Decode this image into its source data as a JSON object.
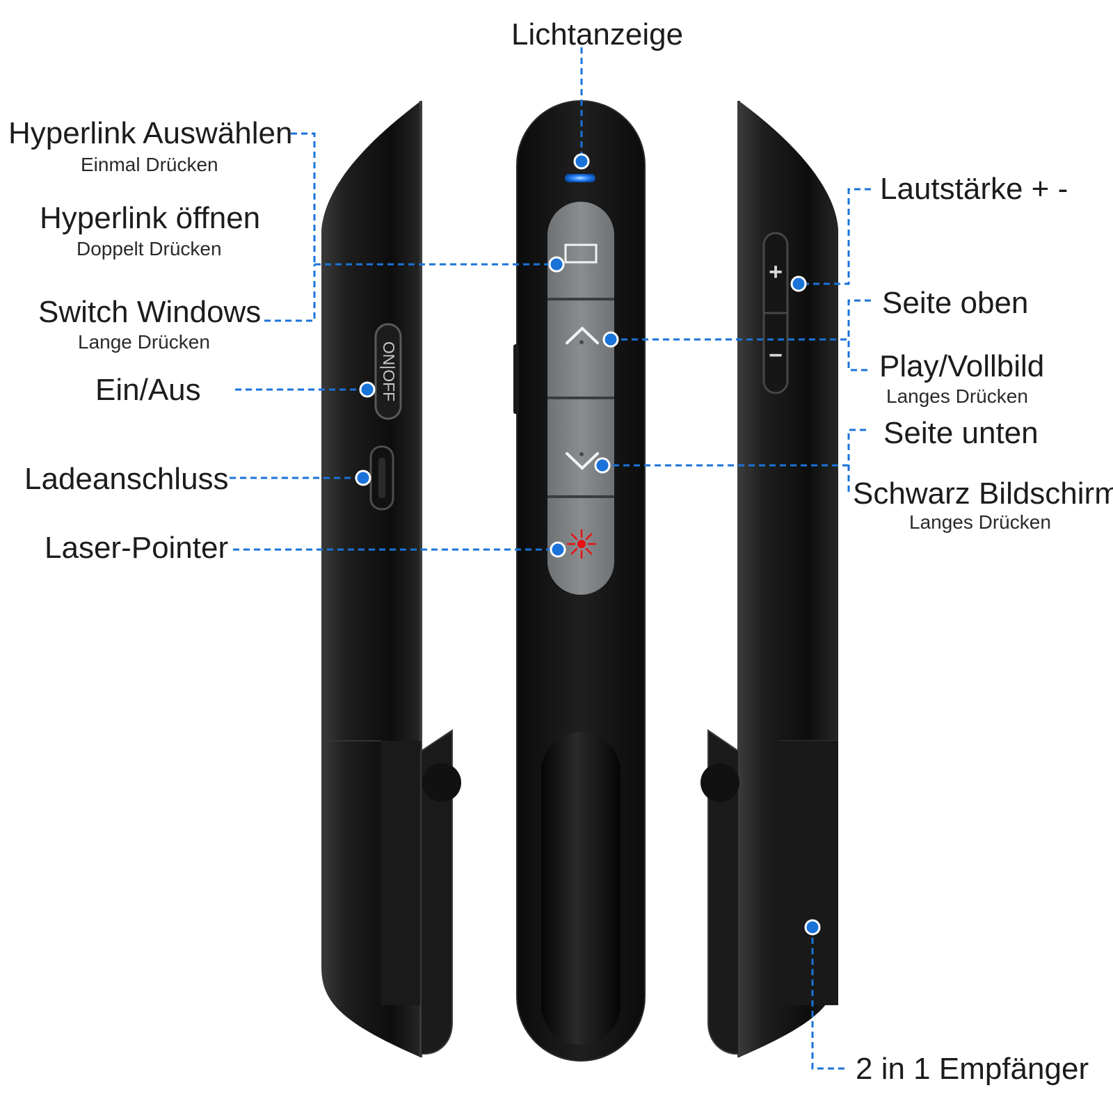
{
  "labels": {
    "indicator": "Lichtanzeige",
    "hyperlink_select": "Hyperlink Auswählen",
    "hyperlink_select_sub": "Einmal Drücken",
    "hyperlink_open": "Hyperlink öffnen",
    "hyperlink_open_sub": "Doppelt Drücken",
    "switch_windows": "Switch Windows",
    "switch_windows_sub": "Lange Drücken",
    "power": "Ein/Aus",
    "charging": "Ladeanschluss",
    "laser": "Laser-Pointer",
    "volume": "Lautstärke + -",
    "page_up": "Seite oben",
    "play": "Play/Vollbild",
    "play_sub": "Langes Drücken",
    "page_down": "Seite unten",
    "black_screen": "Schwarz Bildschirm",
    "black_screen_sub": "Langes Drücken",
    "receiver": "2 in 1 Empfänger"
  },
  "device": {
    "switch_text": "ON|OFF",
    "volume_plus": "+",
    "volume_minus": "−"
  },
  "colors": {
    "callout": "#1a73d9",
    "body": "#141414",
    "button_panel": "#7d8083",
    "led": "#2f8cff",
    "laser": "#e81010"
  },
  "icons": [
    "window-icon",
    "chevron-up-icon",
    "chevron-down-icon",
    "laser-burst-icon"
  ]
}
